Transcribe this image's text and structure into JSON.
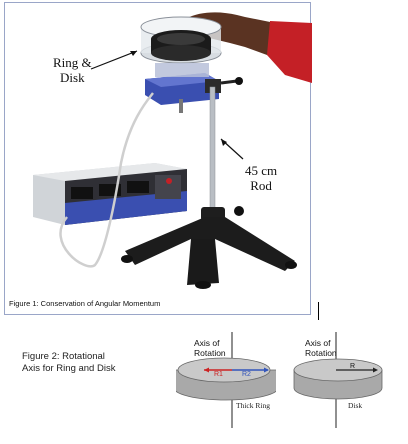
{
  "figure1": {
    "labels": {
      "ring_disk": [
        "Ring &",
        "Disk"
      ],
      "rod": [
        "45 cm",
        "Rod"
      ]
    },
    "caption": "Figure 1: Conservation of Angular Momentum"
  },
  "figure2": {
    "caption": [
      "Figure 2:  Rotational",
      "Axis for Ring and Disk"
    ],
    "ring": {
      "axis_label": [
        "Axis of",
        "Rotation"
      ],
      "r1": "R1",
      "r2": "R2",
      "name": "Thick Ring"
    },
    "disk": {
      "axis_label": [
        "Axis of",
        "Rotation"
      ],
      "r": "R",
      "name": "Disk"
    }
  },
  "colors": {
    "ring_top": "#c9c9c9",
    "ring_side": "#a9a9a9",
    "r1_arrow": "#cc2222",
    "r2_arrow": "#3355bb",
    "sensor_blue": "#3a4fb0"
  }
}
